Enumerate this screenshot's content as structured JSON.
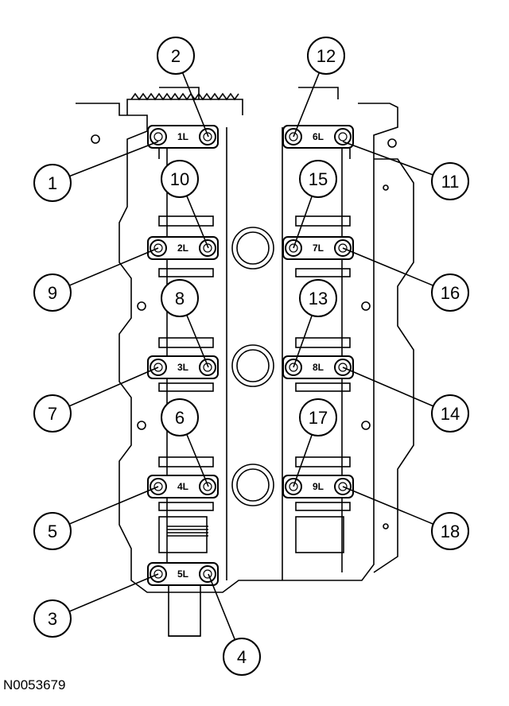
{
  "figure_ref": "N0053679",
  "caps": [
    {
      "id": "cap-1L",
      "label": "1L"
    },
    {
      "id": "cap-6L",
      "label": "6L"
    },
    {
      "id": "cap-2L",
      "label": "2L"
    },
    {
      "id": "cap-7L",
      "label": "7L"
    },
    {
      "id": "cap-3L",
      "label": "3L"
    },
    {
      "id": "cap-8L",
      "label": "8L"
    },
    {
      "id": "cap-4L",
      "label": "4L"
    },
    {
      "id": "cap-9L",
      "label": "9L"
    },
    {
      "id": "cap-5L",
      "label": "5L"
    }
  ],
  "callouts": [
    "1",
    "2",
    "3",
    "4",
    "5",
    "6",
    "7",
    "8",
    "9",
    "10",
    "11",
    "12",
    "13",
    "14",
    "15",
    "16",
    "17",
    "18"
  ]
}
